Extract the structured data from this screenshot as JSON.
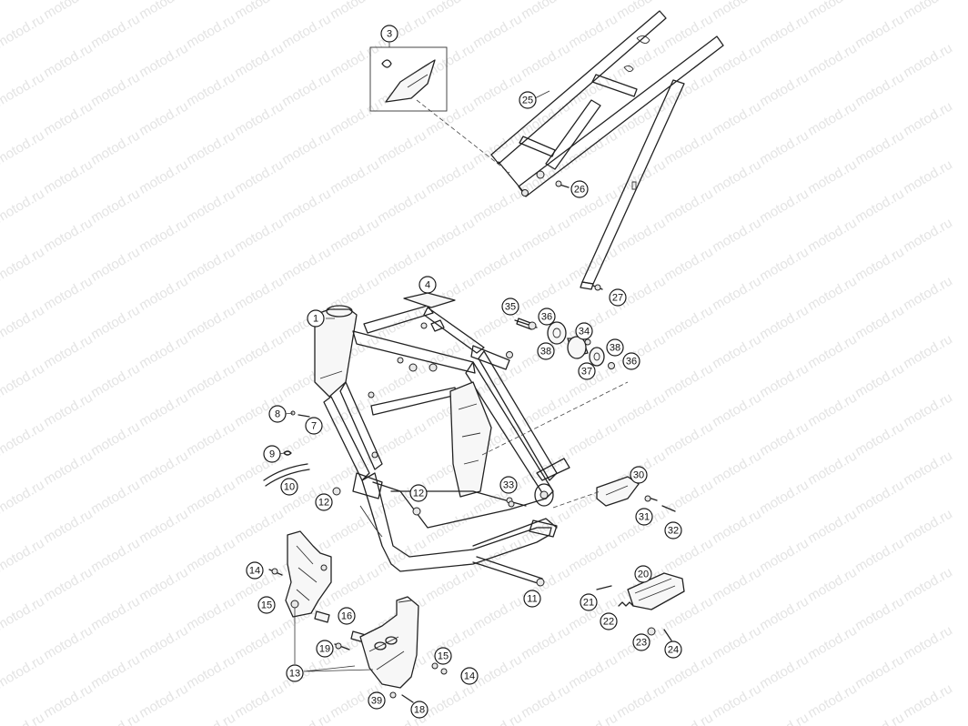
{
  "watermark": {
    "text": "motod.ru"
  },
  "callouts": [
    {
      "id": "1",
      "label": "1"
    },
    {
      "id": "3",
      "label": "3"
    },
    {
      "id": "4",
      "label": "4"
    },
    {
      "id": "7",
      "label": "7"
    },
    {
      "id": "8",
      "label": "8"
    },
    {
      "id": "9",
      "label": "9"
    },
    {
      "id": "10",
      "label": "10"
    },
    {
      "id": "11",
      "label": "11"
    },
    {
      "id": "12a",
      "label": "12"
    },
    {
      "id": "12b",
      "label": "12"
    },
    {
      "id": "13",
      "label": "13"
    },
    {
      "id": "14a",
      "label": "14"
    },
    {
      "id": "14b",
      "label": "14"
    },
    {
      "id": "15a",
      "label": "15"
    },
    {
      "id": "15b",
      "label": "15"
    },
    {
      "id": "16",
      "label": "16"
    },
    {
      "id": "18",
      "label": "18"
    },
    {
      "id": "19",
      "label": "19"
    },
    {
      "id": "20",
      "label": "20"
    },
    {
      "id": "21",
      "label": "21"
    },
    {
      "id": "22",
      "label": "22"
    },
    {
      "id": "23",
      "label": "23"
    },
    {
      "id": "24",
      "label": "24"
    },
    {
      "id": "25",
      "label": "25"
    },
    {
      "id": "26",
      "label": "26"
    },
    {
      "id": "27",
      "label": "27"
    },
    {
      "id": "30",
      "label": "30"
    },
    {
      "id": "31",
      "label": "31"
    },
    {
      "id": "32",
      "label": "32"
    },
    {
      "id": "33",
      "label": "33"
    },
    {
      "id": "34",
      "label": "34"
    },
    {
      "id": "35",
      "label": "35"
    },
    {
      "id": "36a",
      "label": "36"
    },
    {
      "id": "36b",
      "label": "36"
    },
    {
      "id": "37",
      "label": "37"
    },
    {
      "id": "38a",
      "label": "38"
    },
    {
      "id": "38b",
      "label": "38"
    },
    {
      "id": "39",
      "label": "39"
    }
  ],
  "colors": {
    "line": "#222222",
    "watermark": "#e4e4e4",
    "background": "#ffffff"
  }
}
